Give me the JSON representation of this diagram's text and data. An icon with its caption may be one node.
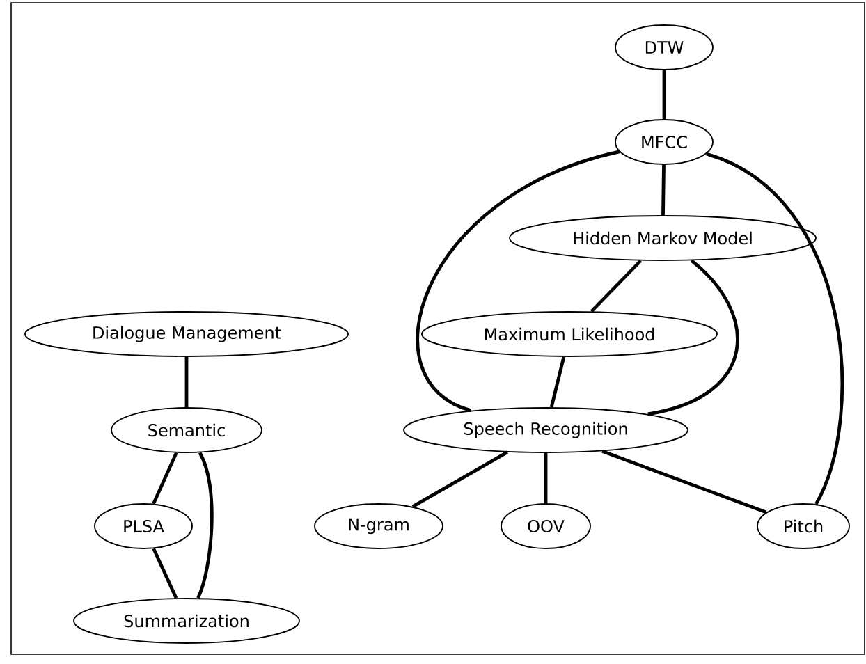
{
  "diagram": {
    "nodes": [
      {
        "text": [
          "DTW"
        ]
      },
      {
        "text": [
          "MFCC"
        ]
      },
      {
        "text": [
          "Hidden Markov Model"
        ]
      },
      {
        "text": [
          "Dialogue Management"
        ]
      },
      {
        "text": [
          "Maximum Likelihood"
        ]
      },
      {
        "text": [
          "Semantic"
        ]
      },
      {
        "text": [
          "Speech Recognition"
        ]
      },
      {
        "text": [
          "PLSA"
        ]
      },
      {
        "text": [
          "N-gram"
        ]
      },
      {
        "text": [
          "OOV"
        ]
      },
      {
        "text": [
          "Pitch"
        ]
      },
      {
        "text": [
          "Summarization"
        ]
      }
    ],
    "edges": [
      {
        "from": 0,
        "to": 1,
        "arrow": "none"
      },
      {
        "from": 1,
        "to": 2,
        "arrow": "none"
      },
      {
        "from": 1,
        "to": 6,
        "arrow": "none"
      },
      {
        "from": 1,
        "to": 10,
        "arrow": "none"
      },
      {
        "from": 2,
        "to": 4,
        "arrow": "none"
      },
      {
        "from": 2,
        "to": 6,
        "arrow": "none"
      },
      {
        "from": 4,
        "to": 6,
        "arrow": "none"
      },
      {
        "from": 3,
        "to": 5,
        "arrow": "none"
      },
      {
        "from": 5,
        "to": 7,
        "arrow": "none"
      },
      {
        "from": 5,
        "to": 11,
        "arrow": "none"
      },
      {
        "from": 7,
        "to": 11,
        "arrow": "none"
      },
      {
        "from": 6,
        "to": 8,
        "arrow": "none"
      },
      {
        "from": 6,
        "to": 9,
        "arrow": "none"
      },
      {
        "from": 6,
        "to": 10,
        "arrow": "none"
      }
    ]
  }
}
